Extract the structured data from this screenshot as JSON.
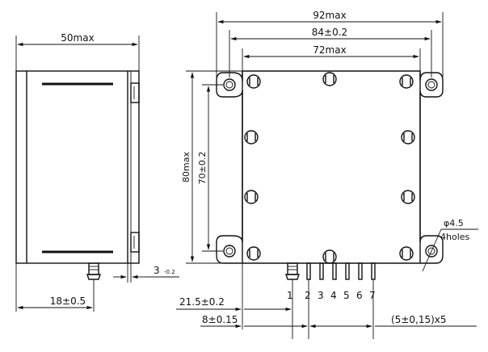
{
  "side_view": {
    "width_label": "50max",
    "connector_offset_label": "18±0.5",
    "thickness_label": "3",
    "thickness_tolerance": "-0.2"
  },
  "front_view": {
    "overall_width_label": "92max",
    "hole_spacing_label": "84±0.2",
    "body_width_label": "72max",
    "overall_height_label": "80max",
    "hole_vertical_spacing_label": "70±0.2",
    "hole_diameter_label": "φ4.5",
    "hole_count_label": "4holes",
    "pin1_offset_label": "21.5±0.2",
    "pin2_offset_label": "8±0.15",
    "pin_pitch_label": "(5±0,15)x5",
    "pin_numbers": [
      "1",
      "2",
      "3",
      "4",
      "5",
      "6",
      "7"
    ]
  }
}
